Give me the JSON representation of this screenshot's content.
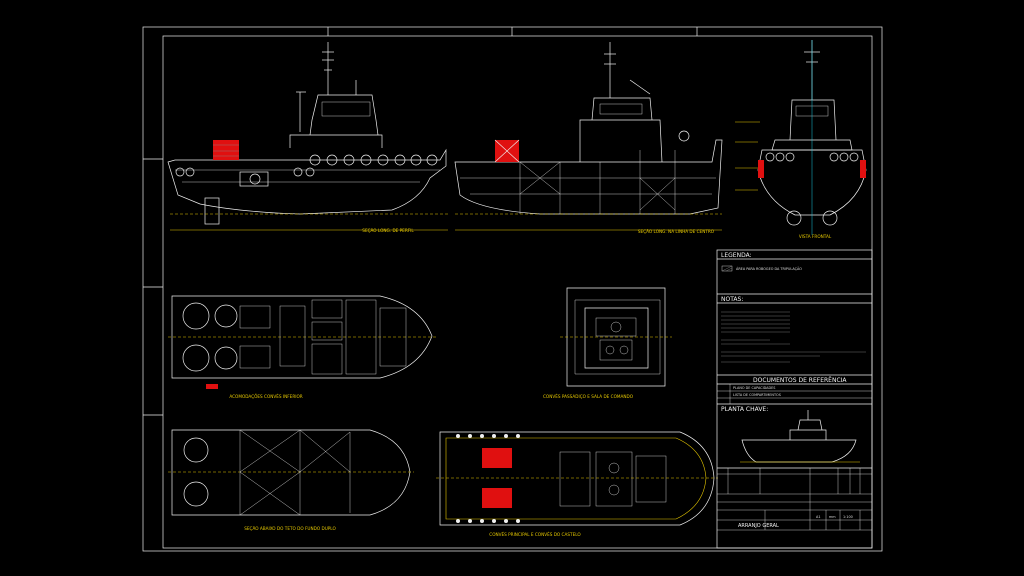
{
  "views": {
    "profile_caption": "SEÇÃO LONG. DE PERFIL",
    "center_caption": "SEÇÃO LONG. NA LINHA DE CENTRO",
    "front_caption": "VISTA FRONTAL",
    "lower_deck_caption": "ACOMODAÇÕES CONVÉS INFERIOR",
    "bridge_caption": "CONVÉS PASSADIÇO E SALA DE COMANDO",
    "double_bottom_caption": "SEÇÃO ABAIXO DO TETO DO FUNDO DUPLO",
    "main_deck_caption": "CONVÉS PRINCIPAL E CONVÉS DO CASTELO"
  },
  "legend": {
    "title": "LEGENDA:",
    "item": "ÁREA PARA ROBOGEO DA TRIPULAÇÃO"
  },
  "notes": {
    "title": "NOTAS:"
  },
  "references": {
    "title": "DOCUMENTOS DE REFERÊNCIA",
    "items": [
      "PLANO DE CAPACIDADES",
      "LISTA DE COMPARTIMENTOS"
    ]
  },
  "key_plan": {
    "title": "PLANTA CHAVE:"
  },
  "title_block": {
    "drawing_title": "ARRANJO GERAL",
    "format": "A1",
    "unit": "mm",
    "scale": "1:100"
  },
  "colors": {
    "background": "#000000",
    "linework": "#f0f0f0",
    "dimension": "#e6c800",
    "highlight": "#e01010",
    "accent": "#19c8e0"
  }
}
